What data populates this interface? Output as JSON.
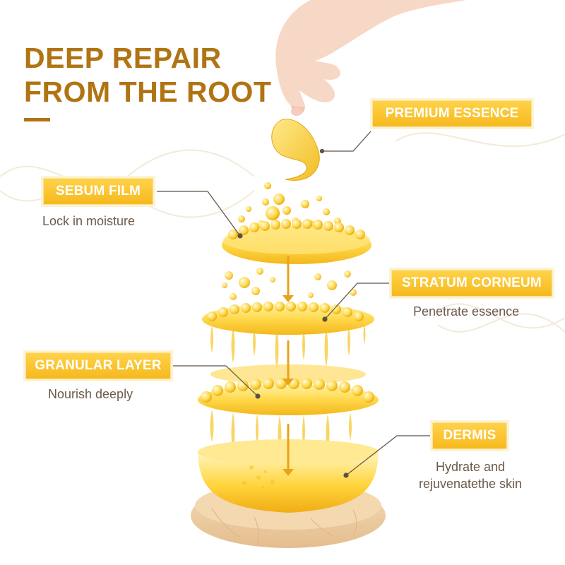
{
  "headline": {
    "line1": "DEEP REPAIR",
    "line2": "FROM THE ROOT"
  },
  "labels": {
    "premium_essence": {
      "title": "PREMIUM ESSENCE"
    },
    "sebum_film": {
      "title": "SEBUM FILM",
      "description": "Lock in moisture"
    },
    "stratum_corneum": {
      "title": "STRATUM CORNEUM",
      "description": "Penetrate essence"
    },
    "granular_layer": {
      "title": "GRANULAR LAYER",
      "description": "Nourish deeply"
    },
    "dermis": {
      "title": "DERMIS",
      "description_line1": "Hydrate and",
      "description_line2": "rejuvenatethe skin"
    }
  },
  "colors": {
    "headline": "#b07413",
    "tag_gold": "#f6b91e",
    "essence_gold": "#f8c930",
    "description_text": "#6b5a4a",
    "leader_line": "#5e5043",
    "skin_base": "#e9c99f"
  },
  "icons": [
    "hand-icon",
    "eye-patch-icon",
    "arrow-down-icon"
  ]
}
